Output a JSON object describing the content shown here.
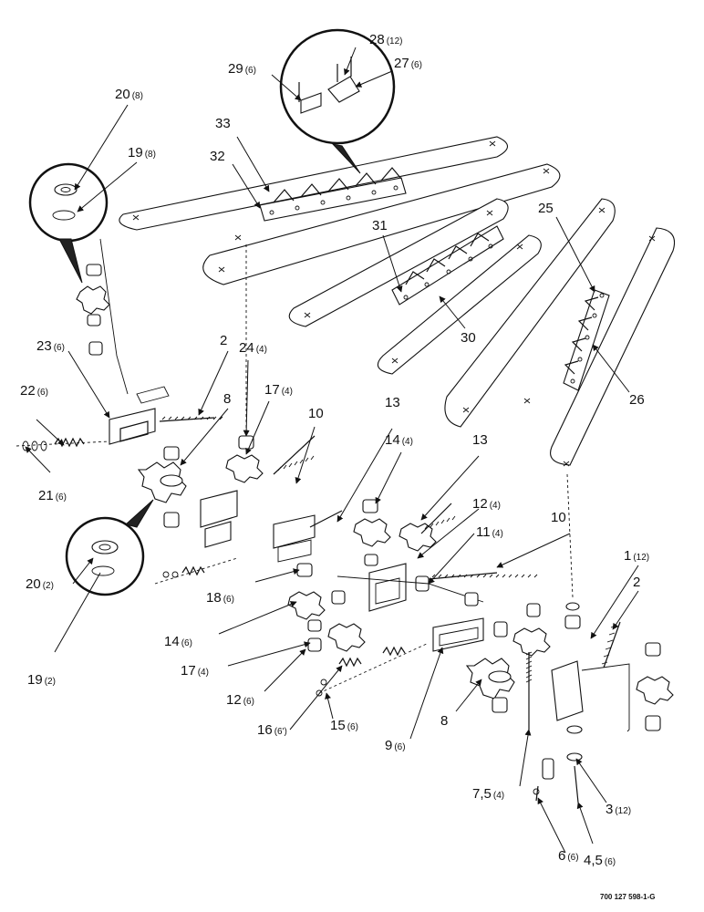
{
  "drawing_number": "700 127 598-1-G",
  "callouts": [
    {
      "id": "c28",
      "num": "28",
      "qty": "(12)"
    },
    {
      "id": "c29",
      "num": "29",
      "qty": "(6)"
    },
    {
      "id": "c27",
      "num": "27",
      "qty": "(6)"
    },
    {
      "id": "c20a",
      "num": "20",
      "qty": "(8)"
    },
    {
      "id": "c19a",
      "num": "19",
      "qty": "(8)"
    },
    {
      "id": "c33",
      "num": "33",
      "qty": ""
    },
    {
      "id": "c32",
      "num": "32",
      "qty": ""
    },
    {
      "id": "c25",
      "num": "25",
      "qty": ""
    },
    {
      "id": "c31",
      "num": "31",
      "qty": ""
    },
    {
      "id": "c30",
      "num": "30",
      "qty": ""
    },
    {
      "id": "c26",
      "num": "26",
      "qty": ""
    },
    {
      "id": "c23",
      "num": "23",
      "qty": "(6)"
    },
    {
      "id": "c2a",
      "num": "2",
      "qty": ""
    },
    {
      "id": "c24",
      "num": "24",
      "qty": "(4)"
    },
    {
      "id": "c22",
      "num": "22",
      "qty": "(6)"
    },
    {
      "id": "c8a",
      "num": "8",
      "qty": ""
    },
    {
      "id": "c17a",
      "num": "17",
      "qty": "(4)"
    },
    {
      "id": "c10a",
      "num": "10",
      "qty": ""
    },
    {
      "id": "c13a",
      "num": "13",
      "qty": ""
    },
    {
      "id": "c14a",
      "num": "14",
      "qty": "(4)"
    },
    {
      "id": "c13b",
      "num": "13",
      "qty": ""
    },
    {
      "id": "c21",
      "num": "21",
      "qty": "(6)"
    },
    {
      "id": "c12a",
      "num": "12",
      "qty": "(4)"
    },
    {
      "id": "c11",
      "num": "11",
      "qty": "(4)"
    },
    {
      "id": "c10b",
      "num": "10",
      "qty": ""
    },
    {
      "id": "c20b",
      "num": "20",
      "qty": "(2)"
    },
    {
      "id": "c18",
      "num": "18",
      "qty": "(6)"
    },
    {
      "id": "c1",
      "num": "1",
      "qty": "(12)"
    },
    {
      "id": "c2b",
      "num": "2",
      "qty": ""
    },
    {
      "id": "c14b",
      "num": "14",
      "qty": "(6)"
    },
    {
      "id": "c17b",
      "num": "17",
      "qty": "(4)"
    },
    {
      "id": "c19b",
      "num": "19",
      "qty": "(2)"
    },
    {
      "id": "c12b",
      "num": "12",
      "qty": "(6)"
    },
    {
      "id": "c8b",
      "num": "8",
      "qty": ""
    },
    {
      "id": "c16",
      "num": "16",
      "qty": "(6')"
    },
    {
      "id": "c15",
      "num": "15",
      "qty": "(6)"
    },
    {
      "id": "c9",
      "num": "9",
      "qty": "(6)"
    },
    {
      "id": "c7",
      "num": "7,5",
      "qty": "(4)"
    },
    {
      "id": "c3",
      "num": "3",
      "qty": "(12)"
    },
    {
      "id": "c6",
      "num": "6",
      "qty": "(6)"
    },
    {
      "id": "c4",
      "num": "4,5",
      "qty": "(6)"
    }
  ]
}
